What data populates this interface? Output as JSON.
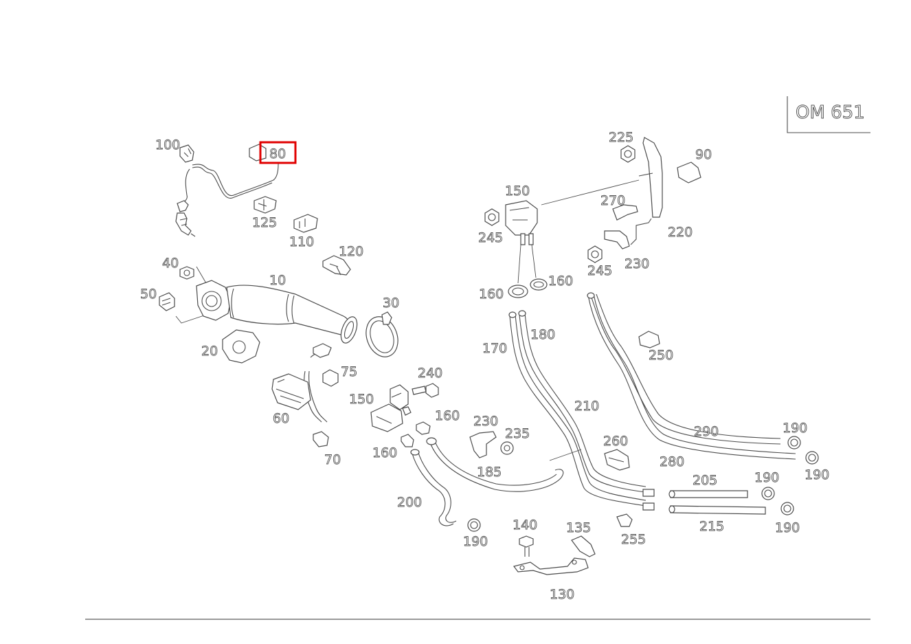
{
  "diagram": {
    "engine_code": "OM 651",
    "highlighted_label": "80",
    "highlight_color": "#e00000",
    "line_color": "#4a4a4a",
    "labels": {
      "l10": "10",
      "l20": "20",
      "l30": "30",
      "l40": "40",
      "l50": "50",
      "l60": "60",
      "l70": "70",
      "l75": "75",
      "l80": "80",
      "l90": "90",
      "l100": "100",
      "l110": "110",
      "l120": "120",
      "l125": "125",
      "l130": "130",
      "l135": "135",
      "l140": "140",
      "l150a": "150",
      "l150b": "150",
      "l160a": "160",
      "l160b": "160",
      "l160c": "160",
      "l160d": "160",
      "l170": "170",
      "l180": "180",
      "l185": "185",
      "l190a": "190",
      "l190b": "190",
      "l190c": "190",
      "l190d": "190",
      "l190e": "190",
      "l200": "200",
      "l205": "205",
      "l210": "210",
      "l215": "215",
      "l220": "220",
      "l225": "225",
      "l230a": "230",
      "l230b": "230",
      "l235": "235",
      "l240": "240",
      "l245a": "245",
      "l245b": "245",
      "l250": "250",
      "l255": "255",
      "l260": "260",
      "l270": "270",
      "l280": "280",
      "l290": "290"
    }
  }
}
